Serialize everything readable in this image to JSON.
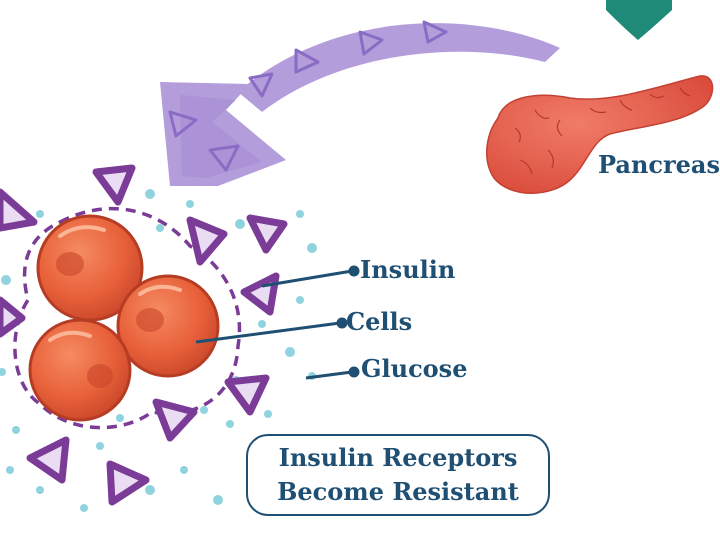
{
  "labels": {
    "pancreas": "Pancreas",
    "insulin": "Insulin",
    "cells": "Cells",
    "glucose": "Glucose"
  },
  "caption": {
    "line1": "Insulin Receptors",
    "line2": "Become Resistant"
  },
  "colors": {
    "label_text": "#1f4f73",
    "insulin_purple": "#7b3c97",
    "arrow_lavender": "#b39ddb",
    "cell_orange": "#e8613a",
    "glucose_dot": "#8fd3df",
    "pancreas_red": "#e85a45",
    "teal_shape": "#1f8a78"
  }
}
